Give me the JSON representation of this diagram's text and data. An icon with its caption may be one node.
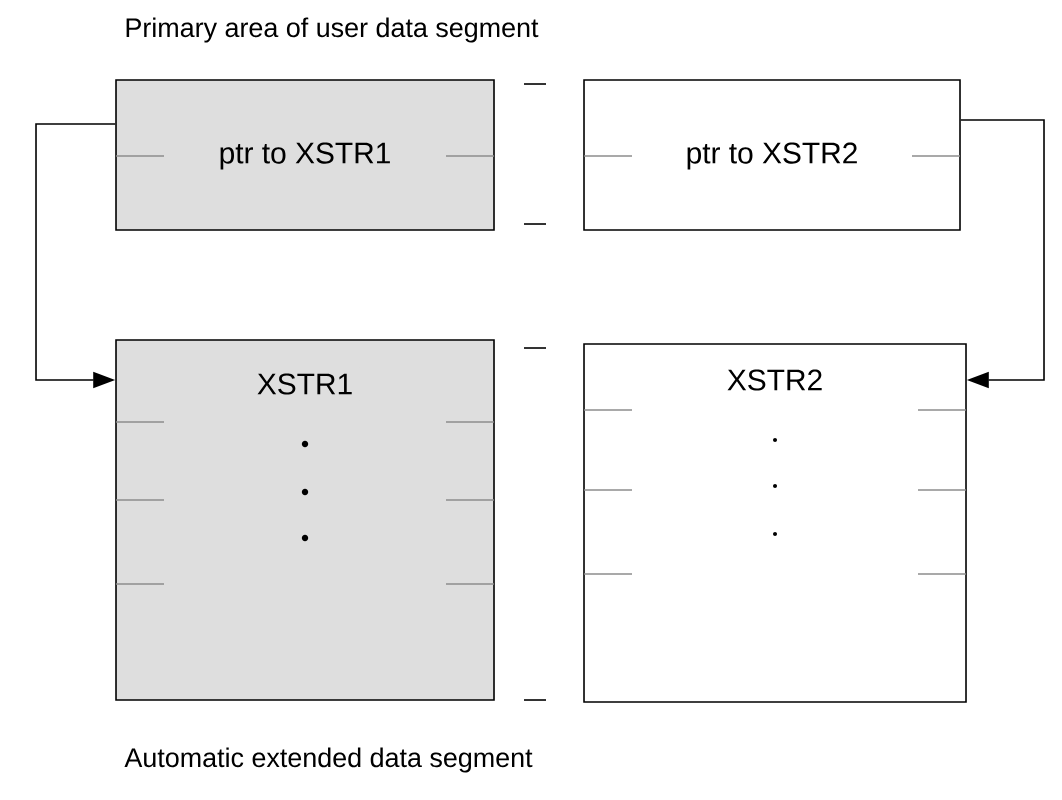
{
  "diagram": {
    "nodes": [
      {
        "text": [
          "ptr to XSTR1"
        ]
      },
      {
        "text": [
          "ptr to XSTR2"
        ]
      },
      {
        "text": [
          "XSTR1"
        ]
      },
      {
        "text": [
          "XSTR2"
        ]
      }
    ],
    "edges": [
      {
        "from": 0,
        "to": 2,
        "arrow": "to"
      },
      {
        "from": 1,
        "to": 3,
        "arrow": "to"
      }
    ],
    "labels": [
      "Primary area of user data segment",
      "Automatic extended data segment"
    ]
  }
}
